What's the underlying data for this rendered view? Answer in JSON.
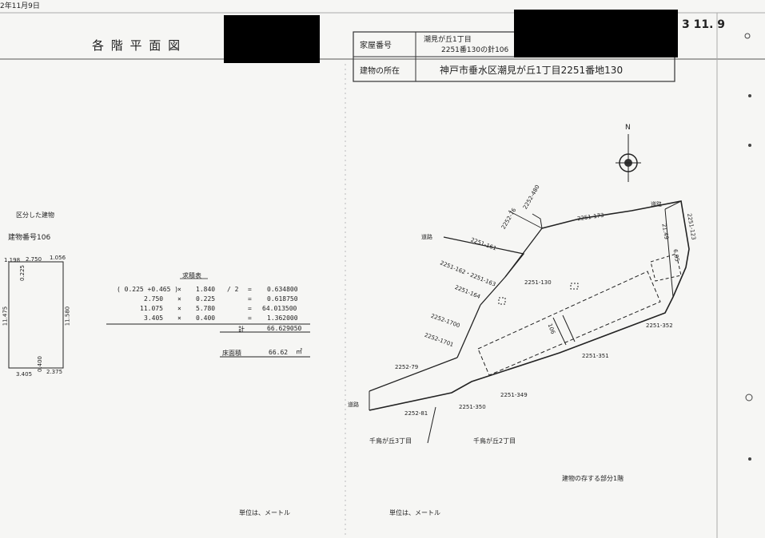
{
  "header": {
    "date_fragment": "2年11月9日",
    "title": "各 階 平 面 図",
    "right_date": "3 11. 9"
  },
  "info_box": {
    "house_number_label": "家屋番号",
    "house_number_value_1": "潮見が丘1丁目",
    "house_number_value_2": "2251番130の針106",
    "location_label": "建物の所在",
    "location_value": "神戸市垂水区潮見が丘1丁目2251番地130"
  },
  "left": {
    "section_title": "区分した建物",
    "building_number": "建物番号106",
    "dims": {
      "top_1": "1.198",
      "top_2": "2.750",
      "top_3": "1.056",
      "inner_top": "0.225",
      "left_side": "11.475",
      "right_side": "11.580",
      "bottom_inner": "0.400",
      "bottom_1": "3.405",
      "bottom_2": "2.375"
    }
  },
  "area_table": {
    "title": "求積表",
    "rows": [
      {
        "expr": "( 0.225 +0.465 )",
        "op": "×",
        "b": "1.840",
        "div": "/ 2",
        "eq": "=",
        "result": "0.634800"
      },
      {
        "expr": "2.750",
        "op": "×",
        "b": "0.225",
        "div": "",
        "eq": "=",
        "result": "0.618750"
      },
      {
        "expr": "11.075",
        "op": "×",
        "b": "5.780",
        "div": "",
        "eq": "=",
        "result": "64.013500"
      },
      {
        "expr": "3.405",
        "op": "×",
        "b": "0.400",
        "div": "",
        "eq": "=",
        "result": "1.362000"
      }
    ],
    "total_label": "計",
    "total_value": "66.629050",
    "floor_area_label": "床面積",
    "floor_area_value": "66.62",
    "floor_area_unit": "㎡"
  },
  "map": {
    "north": "N",
    "labels": {
      "l1": "2252-480",
      "l2": "2252-76",
      "l3": "2251-173",
      "l4": "2251-123",
      "l5": "道路",
      "l6": "2251-161",
      "l7": "2251-162・2251-163",
      "l8": "2251-164",
      "l9": "2251-130",
      "l10": "2252-1700",
      "l11": "2252-1701",
      "l12": "2252-79",
      "l13": "2251-352",
      "l14": "2251-351",
      "l15": "2251-349",
      "l16": "道路",
      "l17": "2252-81",
      "l18": "2251-350",
      "l19": "千鳥が丘3丁目",
      "l20": "千鳥が丘2丁目",
      "l21": "建物の存する部分1階",
      "road_top": "道路",
      "dim_106": "106",
      "dim_a": "21.49",
      "dim_b": "6.05"
    }
  },
  "footer": {
    "unit_left": "単位は、メートル",
    "unit_right": "単位は、メートル"
  }
}
